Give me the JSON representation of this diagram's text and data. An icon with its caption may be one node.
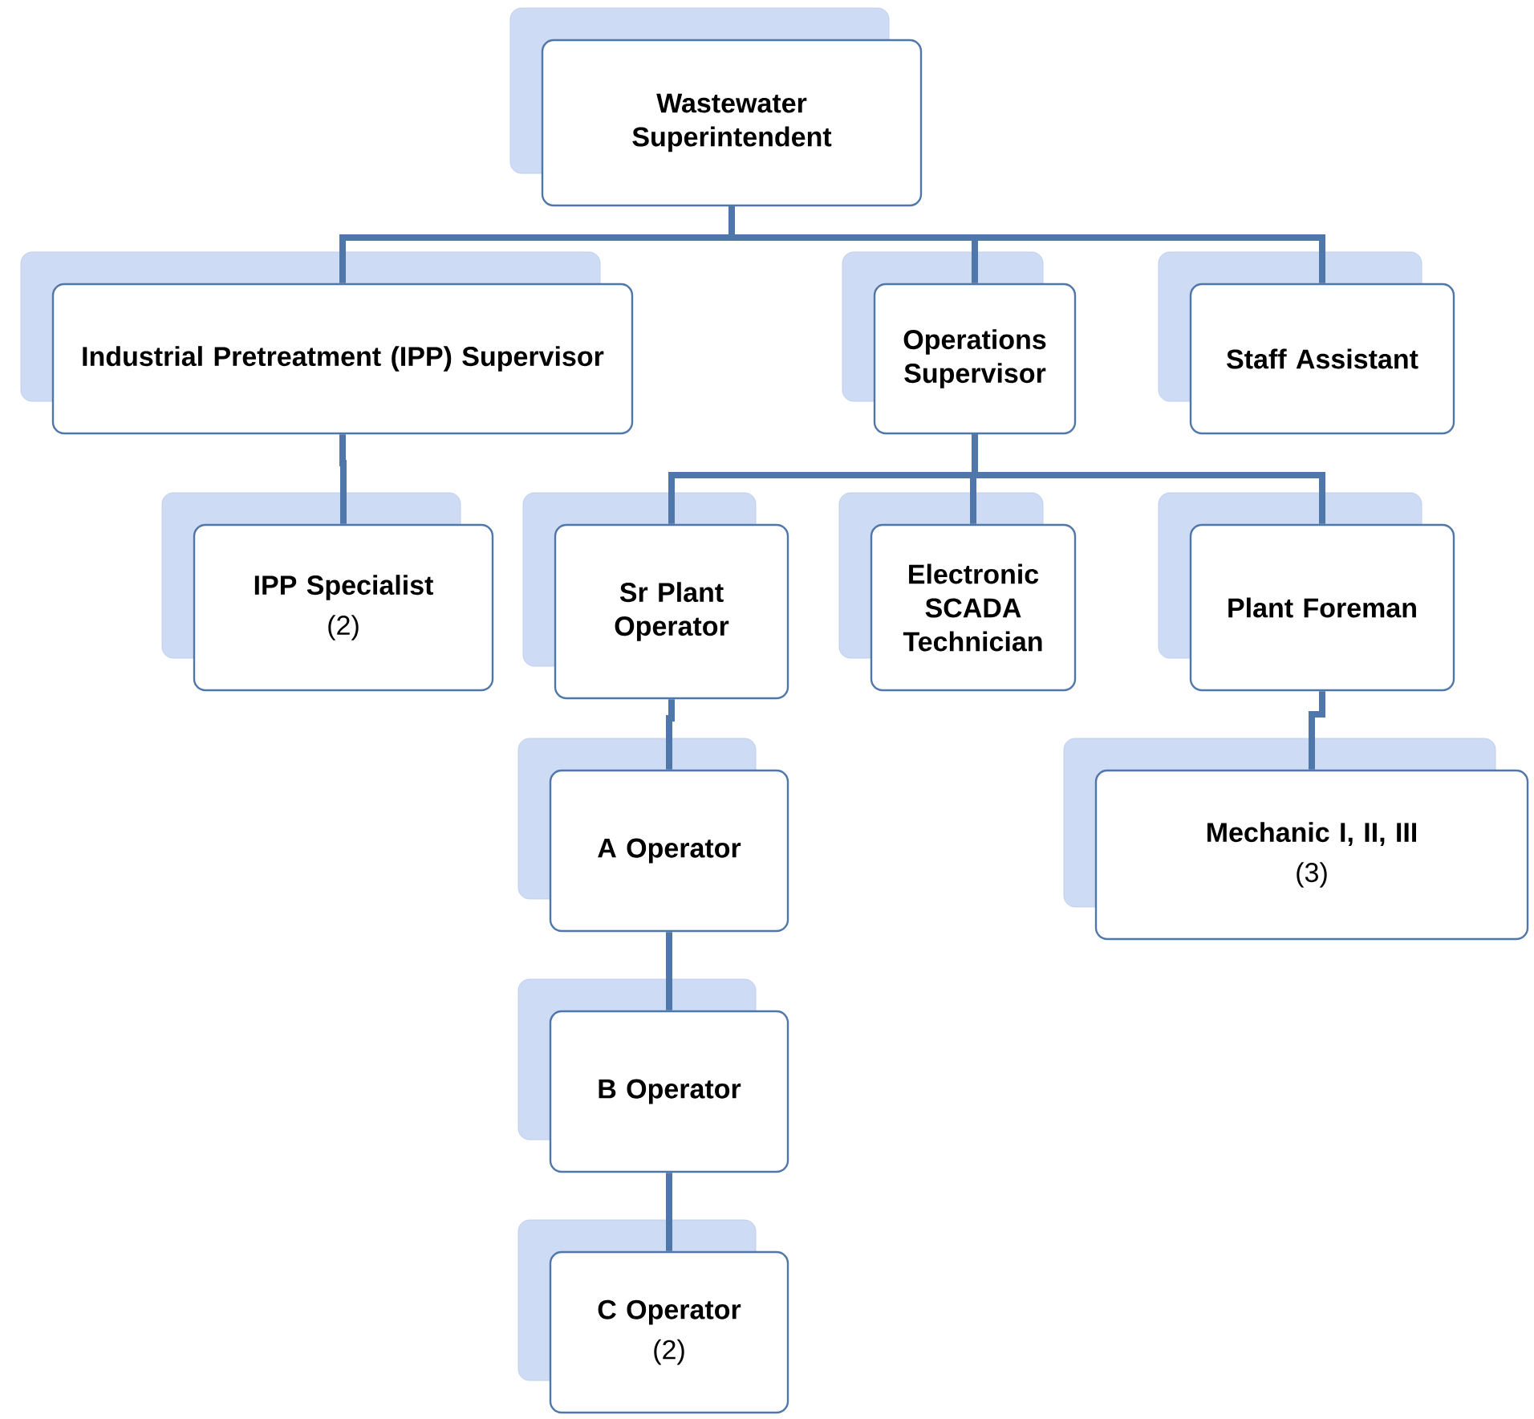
{
  "diagram": {
    "nodes": [
      {
        "text": [
          "Wastewater Superintendent"
        ]
      },
      {
        "text": [
          "Industrial Pretreatment (IPP) Supervisor"
        ]
      },
      {
        "text": [
          "Operations Supervisor"
        ]
      },
      {
        "text": [
          "Staff Assistant"
        ]
      },
      {
        "text": [
          "IPP Specialist",
          "(2)"
        ]
      },
      {
        "text": [
          "Sr Plant Operator"
        ]
      },
      {
        "text": [
          "Electronic SCADA Technician"
        ]
      },
      {
        "text": [
          "Plant Foreman"
        ]
      },
      {
        "text": [
          "A Operator"
        ]
      },
      {
        "text": [
          "B Operator"
        ]
      },
      {
        "text": [
          "C Operator",
          "(2)"
        ]
      },
      {
        "text": [
          "Mechanic I, II, III",
          "(3)"
        ]
      }
    ],
    "edges": [
      {
        "from": 0,
        "to": 1,
        "arrow": "none"
      },
      {
        "from": 0,
        "to": 2,
        "arrow": "none"
      },
      {
        "from": 0,
        "to": 3,
        "arrow": "none"
      },
      {
        "from": 1,
        "to": 4,
        "arrow": "none"
      },
      {
        "from": 2,
        "to": 5,
        "arrow": "none"
      },
      {
        "from": 2,
        "to": 6,
        "arrow": "none"
      },
      {
        "from": 2,
        "to": 7,
        "arrow": "none"
      },
      {
        "from": 5,
        "to": 8,
        "arrow": "none"
      },
      {
        "from": 8,
        "to": 9,
        "arrow": "none"
      },
      {
        "from": 9,
        "to": 10,
        "arrow": "none"
      },
      {
        "from": 7,
        "to": 11,
        "arrow": "none"
      }
    ]
  }
}
